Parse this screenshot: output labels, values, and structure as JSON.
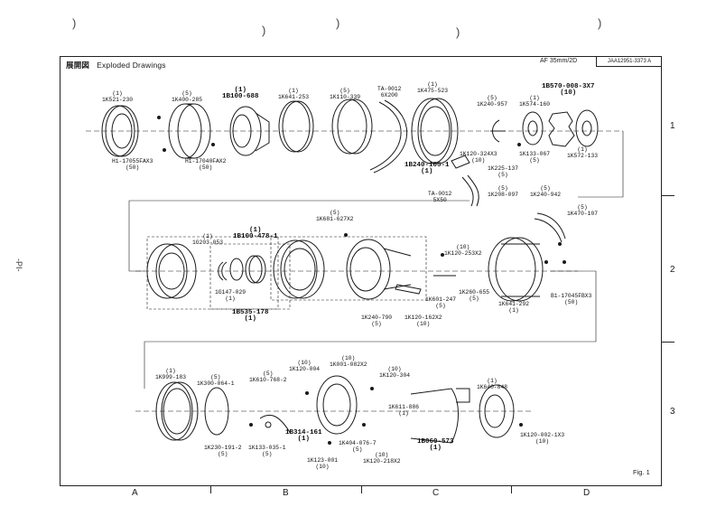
{
  "header": {
    "title_jp": "展開図",
    "title_en": "Exploded  Drawings",
    "model": "AF  35mm/2D",
    "doc_code": "JAA12951-3373  A"
  },
  "side_label": "-PI-",
  "scan_marks": [
    ")",
    ")",
    ")",
    ")",
    ")"
  ],
  "rows": [
    "1",
    "2",
    "3"
  ],
  "cols": [
    "A",
    "B",
    "C",
    "D"
  ],
  "figure_label": "Fig. 1",
  "parts": [
    {
      "pn": "1K521-230",
      "qty": "(1)"
    },
    {
      "pn": "1K400-285",
      "qty": "(5)"
    },
    {
      "pn": "1B100-688",
      "qty": "(1)"
    },
    {
      "pn": "1K641-253",
      "qty": "(1)"
    },
    {
      "pn": "1K110-339",
      "qty": "(5)"
    },
    {
      "pn": "TA-0012\n6X200",
      "qty": ""
    },
    {
      "pn": "1K475-523",
      "qty": "(1)"
    },
    {
      "pn": "1K240-957",
      "qty": "(5)"
    },
    {
      "pn": "1K574-160",
      "qty": "(1)"
    },
    {
      "pn": "1B570-008-3X7",
      "qty": "(10)"
    },
    {
      "pn": "H1-17055FAX3",
      "qty": "(50)"
    },
    {
      "pn": "H1-17040FAX2",
      "qty": "(50)"
    },
    {
      "pn": "1K120-324X3",
      "qty": "(10)"
    },
    {
      "pn": "1K133-067",
      "qty": "(5)"
    },
    {
      "pn": "1K225-137",
      "qty": "(5)"
    },
    {
      "pn": "1K572-133",
      "qty": "(1)"
    },
    {
      "pn": "1B240-105-1",
      "qty": "(1)"
    },
    {
      "pn": "TA-0012\n5X50",
      "qty": ""
    },
    {
      "pn": "1K208-097",
      "qty": "(5)"
    },
    {
      "pn": "1K240-942",
      "qty": "(5)"
    },
    {
      "pn": "1K470-107",
      "qty": "(5)"
    },
    {
      "pn": "1K681-627X2",
      "qty": "(5)"
    },
    {
      "pn": "1G203-053",
      "qty": "(1)"
    },
    {
      "pn": "1B100-478-1",
      "qty": "(1)"
    },
    {
      "pn": "1K120-253X2",
      "qty": "(10)"
    },
    {
      "pn": "1G147-029",
      "qty": "(1)"
    },
    {
      "pn": "1K601-247",
      "qty": "(5)"
    },
    {
      "pn": "1K260-655",
      "qty": "(5)"
    },
    {
      "pn": "1K641-292",
      "qty": "(1)"
    },
    {
      "pn": "B1-17045FBX3",
      "qty": "(50)"
    },
    {
      "pn": "1B535-178",
      "qty": "(1)"
    },
    {
      "pn": "1K240-790",
      "qty": "(5)"
    },
    {
      "pn": "1K120-162X2",
      "qty": "(10)"
    },
    {
      "pn": "1K999-183",
      "qty": "(1)"
    },
    {
      "pn": "1K300-064-1",
      "qty": "(5)"
    },
    {
      "pn": "1K610-768-2",
      "qty": "(5)"
    },
    {
      "pn": "1K120-004",
      "qty": "(10)"
    },
    {
      "pn": "1K001-082X2",
      "qty": "(10)"
    },
    {
      "pn": "1K120-304",
      "qty": "(10)"
    },
    {
      "pn": "1K640-848",
      "qty": "(1)"
    },
    {
      "pn": "1K611-886",
      "qty": "(1)"
    },
    {
      "pn": "1B314-161",
      "qty": "(1)"
    },
    {
      "pn": "1K230-191-2",
      "qty": "(5)"
    },
    {
      "pn": "1K133-035-1",
      "qty": "(5)"
    },
    {
      "pn": "1K404-076-7",
      "qty": "(5)"
    },
    {
      "pn": "1B060-573",
      "qty": "(1)"
    },
    {
      "pn": "1K120-002-1X3",
      "qty": "(10)"
    },
    {
      "pn": "1K123-001",
      "qty": "(10)"
    },
    {
      "pn": "1K120-218X2",
      "qty": "(10)"
    }
  ]
}
